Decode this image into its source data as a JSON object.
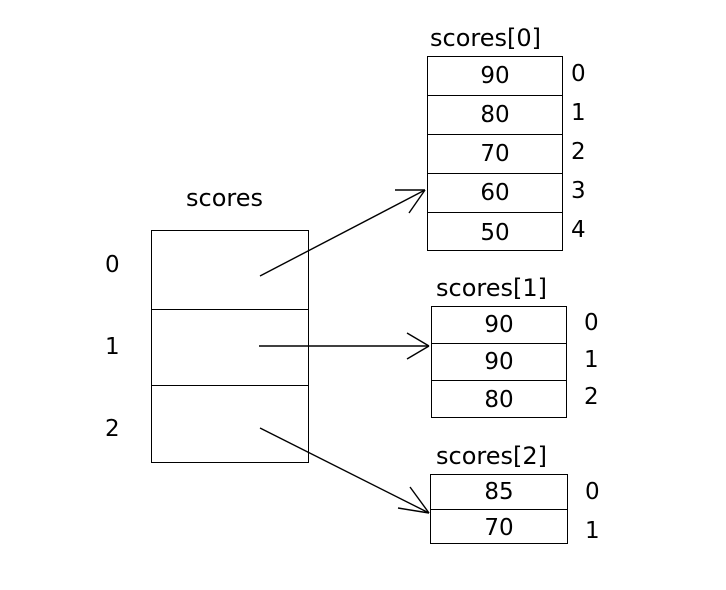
{
  "diagram": {
    "title": "scores",
    "outer_array": {
      "name": "scores",
      "row_labels": [
        "0",
        "1",
        "2"
      ],
      "cells": [
        "",
        "",
        ""
      ]
    },
    "inner_arrays": [
      {
        "title": "scores[0]",
        "values": [
          "90",
          "80",
          "70",
          "60",
          "50"
        ],
        "index_labels": [
          "0",
          "1",
          "2",
          "3",
          "4"
        ]
      },
      {
        "title": "scores[1]",
        "values": [
          "90",
          "90",
          "80"
        ],
        "index_labels": [
          "0",
          "1",
          "2"
        ]
      },
      {
        "title": "scores[2]",
        "values": [
          "85",
          "70"
        ],
        "index_labels": [
          "0",
          "1"
        ]
      }
    ],
    "arrow_color": "#000000",
    "line_color": "#000000"
  }
}
